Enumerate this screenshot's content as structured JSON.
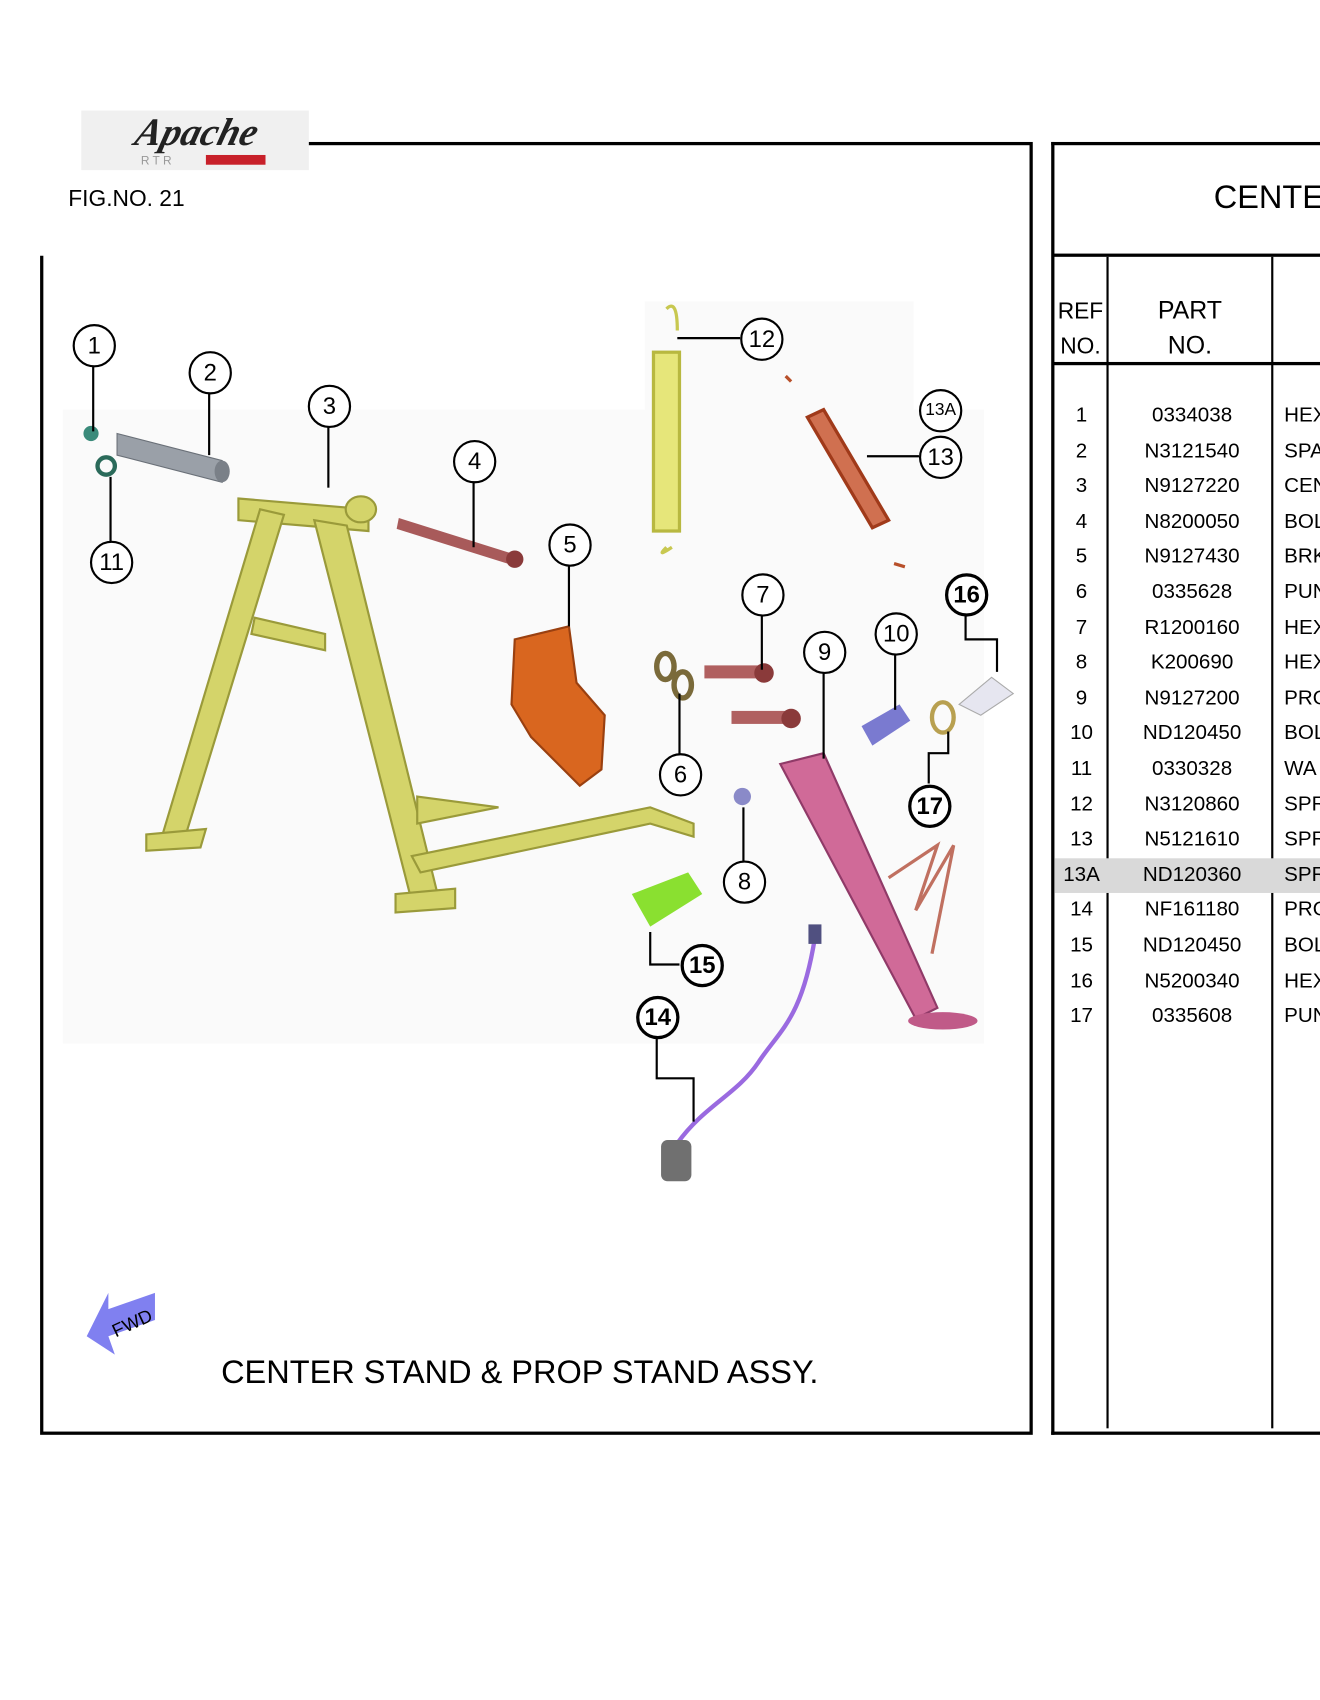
{
  "logo": {
    "brand": "Apache",
    "model": "RTR"
  },
  "figure": {
    "number_label": "FIG.NO. 21",
    "title": "CENTER STAND & PROP STAND ASSY.",
    "fwd_label": "FWD",
    "callouts": [
      {
        "ref": "1"
      },
      {
        "ref": "2"
      },
      {
        "ref": "3"
      },
      {
        "ref": "4"
      },
      {
        "ref": "5"
      },
      {
        "ref": "6"
      },
      {
        "ref": "7"
      },
      {
        "ref": "8"
      },
      {
        "ref": "9"
      },
      {
        "ref": "10"
      },
      {
        "ref": "11"
      },
      {
        "ref": "12"
      },
      {
        "ref": "13"
      },
      {
        "ref": "13A"
      },
      {
        "ref": "14"
      },
      {
        "ref": "15"
      },
      {
        "ref": "16"
      },
      {
        "ref": "17"
      }
    ]
  },
  "table": {
    "title": "CENTE",
    "headers": {
      "ref_line1": "REF",
      "ref_line2": "NO.",
      "part_line1": "PART",
      "part_line2": "NO."
    },
    "highlight_color": "#d9d9d9",
    "rows": [
      {
        "ref": "1",
        "part": "0334038",
        "desc": "HEX"
      },
      {
        "ref": "2",
        "part": "N3121540",
        "desc": "SPA"
      },
      {
        "ref": "3",
        "part": "N9127220",
        "desc": "CEN"
      },
      {
        "ref": "4",
        "part": "N8200050",
        "desc": "BOL"
      },
      {
        "ref": "5",
        "part": "N9127430",
        "desc": "BRK"
      },
      {
        "ref": "6",
        "part": "0335628",
        "desc": "PUN"
      },
      {
        "ref": "7",
        "part": "R1200160",
        "desc": "HEX"
      },
      {
        "ref": "8",
        "part": "K200690",
        "desc": "HEX"
      },
      {
        "ref": "9",
        "part": "N9127200",
        "desc": "PRO"
      },
      {
        "ref": "10",
        "part": "ND120450",
        "desc": "BOL"
      },
      {
        "ref": "11",
        "part": "0330328",
        "desc": "WA"
      },
      {
        "ref": "12",
        "part": "N3120860",
        "desc": "SPR"
      },
      {
        "ref": "13",
        "part": "N5121610",
        "desc": "SPR"
      },
      {
        "ref": "13A",
        "part": "ND120360",
        "desc": "SPR",
        "highlighted": true
      },
      {
        "ref": "14",
        "part": "NF161180",
        "desc": "PRO"
      },
      {
        "ref": "15",
        "part": "ND120450",
        "desc": "BOL"
      },
      {
        "ref": "16",
        "part": "N5200340",
        "desc": "HEX"
      },
      {
        "ref": "17",
        "part": "0335608",
        "desc": "PUN"
      }
    ]
  }
}
